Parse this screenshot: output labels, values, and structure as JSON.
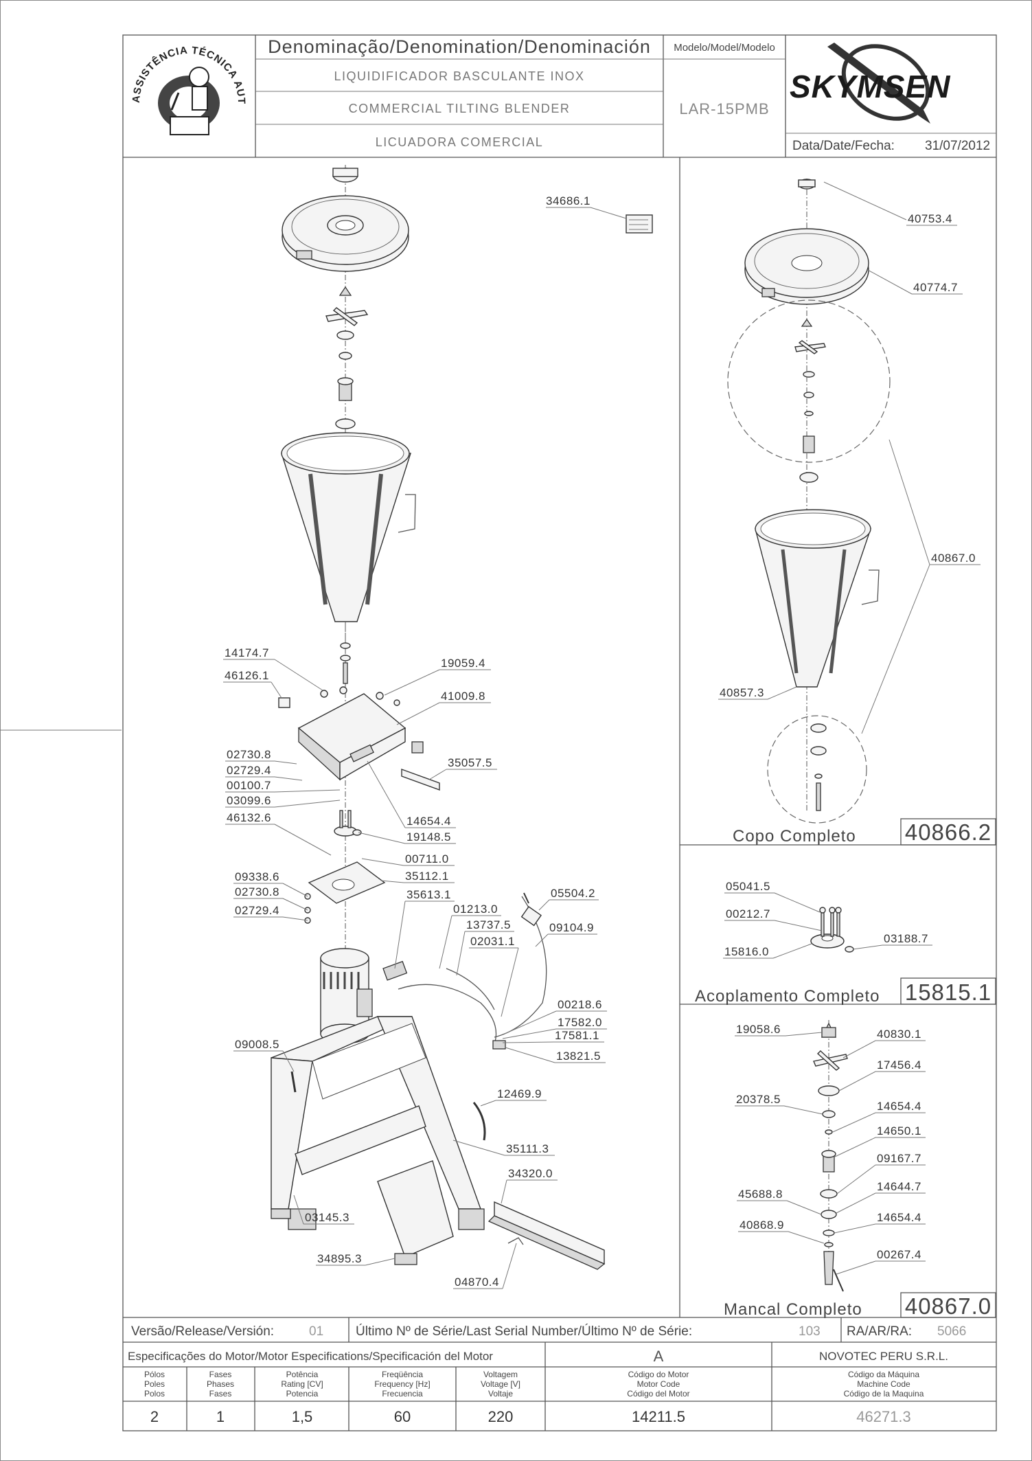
{
  "header": {
    "denomination_title": "Denominação/Denomination/Denominación",
    "name_pt": "LIQUIDIFICADOR BASCULANTE INOX",
    "name_en": "COMMERCIAL TILTING BLENDER",
    "name_es": "LICUADORA COMERCIAL",
    "model_label": "Modelo/Model/Modelo",
    "model_value": "LAR-15PMB",
    "brand": "SKYMSEN",
    "date_label": "Data/Date/Fecha:",
    "date_value": "31/07/2012",
    "seal_text": "ASSISTÊNCIA TÉCNICA AUTORIZADA"
  },
  "main_callouts": [
    "34686.1",
    "14174.7",
    "46126.1",
    "19059.4",
    "41009.8",
    "02730.8",
    "02729.4",
    "00100.7",
    "03099.6",
    "35057.5",
    "46132.6",
    "14654.4",
    "19148.5",
    "00711.0",
    "09338.6",
    "35112.1",
    "02730.8",
    "02729.4",
    "35613.1",
    "01213.0",
    "05504.2",
    "13737.5",
    "09104.9",
    "02031.1",
    "00218.6",
    "17582.0",
    "17581.1",
    "13821.5",
    "09008.5",
    "12469.9",
    "35111.3",
    "34320.0",
    "03145.3",
    "34895.3",
    "04870.4"
  ],
  "copo": {
    "title": "Copo Completo",
    "code": "40866.2",
    "callouts": [
      "40753.4",
      "40774.7",
      "40867.0",
      "40857.3"
    ]
  },
  "acoplamento": {
    "title": "Acoplamento Completo",
    "code": "15815.1",
    "callouts": [
      "05041.5",
      "00212.7",
      "03188.7",
      "15816.0"
    ]
  },
  "mancal": {
    "title": "Mancal Completo",
    "code": "40867.0",
    "callouts": [
      "19058.6",
      "40830.1",
      "17456.4",
      "20378.5",
      "14654.4",
      "14650.1",
      "09167.7",
      "45688.8",
      "14644.7",
      "40868.9",
      "14654.4",
      "00267.4"
    ]
  },
  "release": {
    "version_label": "Versão/Release/Versión:",
    "version_value": "01",
    "serial_label": "Último Nº de Série/Last Serial Number/Último Nº de Série:",
    "serial_value": "103",
    "ra_label": "RA/AR/RA:",
    "ra_value": "5066"
  },
  "motor": {
    "spec_title": "Especificações do Motor/Motor Especifications/Specificación del Motor",
    "letter": "A",
    "company": "NOVOTEC PERU S.R.L.",
    "columns": [
      {
        "l1": "Pólos",
        "l2": "Poles",
        "l3": "Polos",
        "value": "2"
      },
      {
        "l1": "Fases",
        "l2": "Phases",
        "l3": "Fases",
        "value": "1"
      },
      {
        "l1": "Potência",
        "l2": "Rating [CV]",
        "l3": "Potencia",
        "value": "1,5"
      },
      {
        "l1": "Freqüência",
        "l2": "Frequency [Hz]",
        "l3": "Frecuencia",
        "value": "60"
      },
      {
        "l1": "Voltagem",
        "l2": "Voltage [V]",
        "l3": "Voltaje",
        "value": "220"
      },
      {
        "l1": "Código do Motor",
        "l2": "Motor Code",
        "l3": "Código del Motor",
        "value": "14211.5"
      },
      {
        "l1": "Código da Máquina",
        "l2": "Machine Code",
        "l3": "Código de la Maquina",
        "value": "46271.3"
      }
    ]
  }
}
